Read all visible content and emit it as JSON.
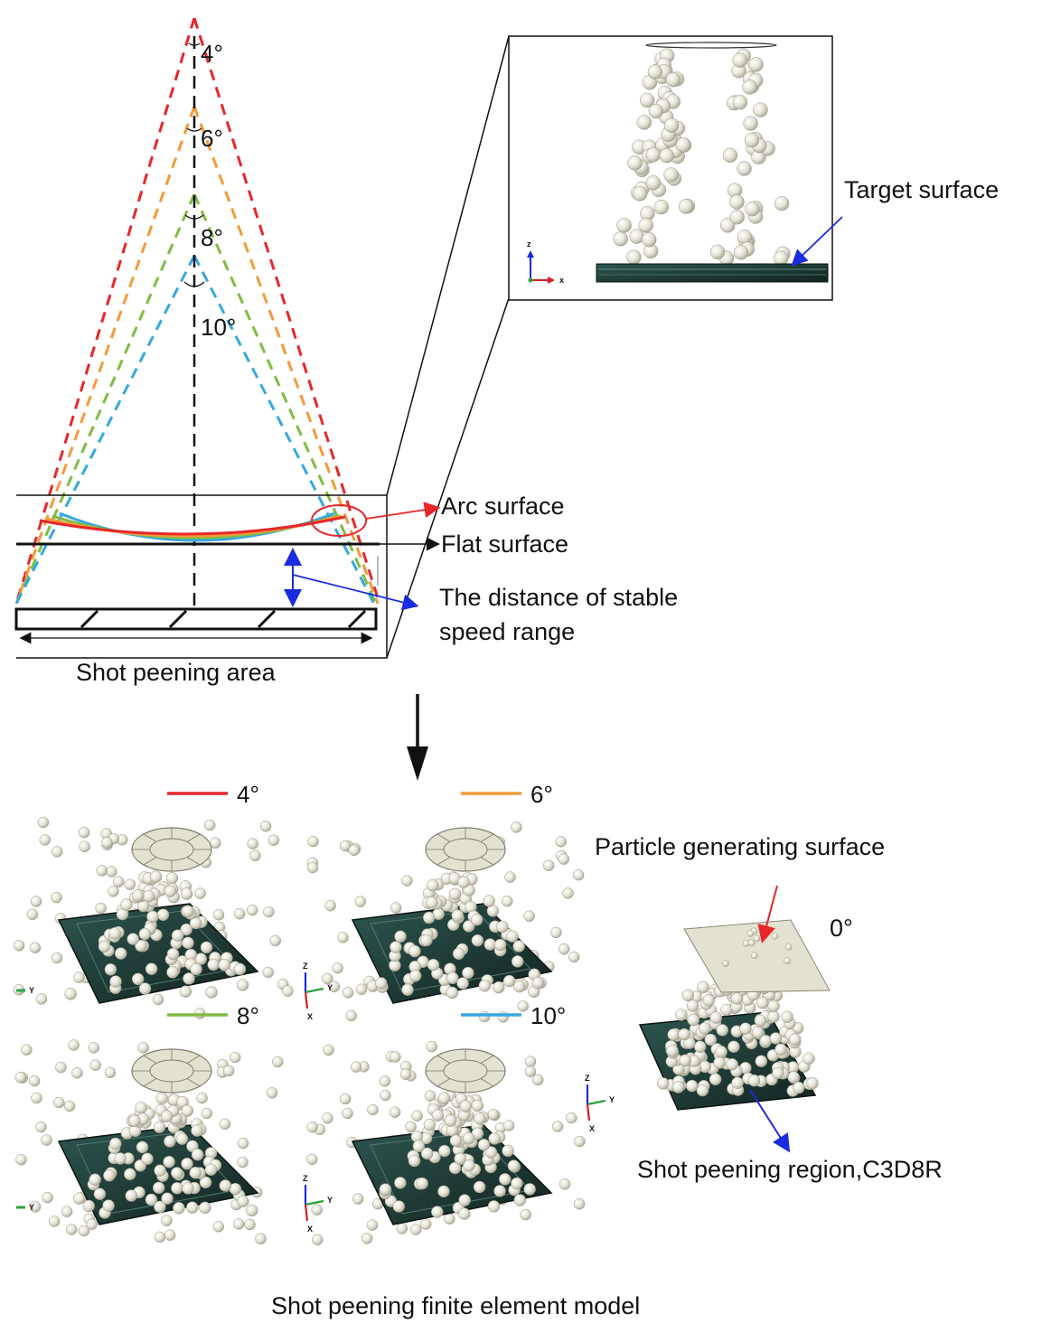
{
  "top_diagram": {
    "angles": [
      "4°",
      "6°",
      "8°",
      "10°"
    ],
    "labels": {
      "arc": "Arc surface",
      "flat": "Flat surface",
      "distance_line1": "The distance of stable",
      "distance_line2": "speed range",
      "area": "Shot peening area"
    },
    "inset": {
      "target": "Target surface",
      "axes": {
        "z": "z",
        "x": "x"
      }
    }
  },
  "bottom_models": {
    "panels": [
      {
        "angle": "4°",
        "color": "#e8262a"
      },
      {
        "angle": "6°",
        "color": "#f39a3a"
      },
      {
        "angle": "8°",
        "color": "#7fbc42"
      },
      {
        "angle": "10°",
        "color": "#35a8df"
      }
    ],
    "flat_model": {
      "angle": "0°",
      "generating": "Particle generating surface",
      "region": "Shot peening region,C3D8R"
    },
    "axes": {
      "z": "Z",
      "y": "Y",
      "x": "X"
    },
    "caption": "Shot peening finite element model"
  },
  "colors": {
    "red": "#e8262a",
    "orange": "#f39a3a",
    "green": "#7fbc42",
    "blue": "#35a8df",
    "mesh": "#1f3a35",
    "ball": "#e6e4d6",
    "arrow_blue": "#1a2be0"
  }
}
